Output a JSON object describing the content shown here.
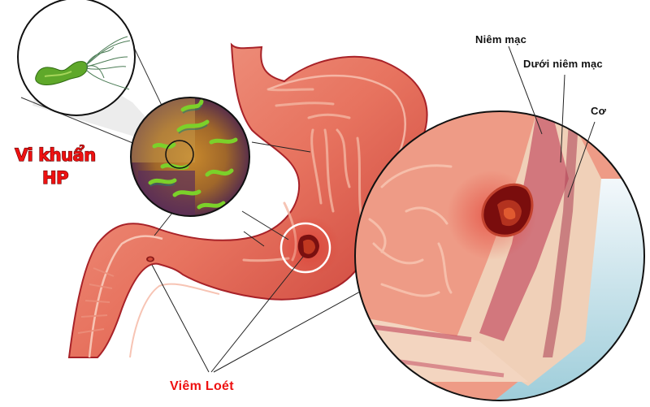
{
  "diagram": {
    "subject": "Stomach ulcer caused by H. pylori",
    "labels": {
      "bacteria": "Vi khuẩn HP",
      "bacteria_line1": "Vi khuẩn",
      "bacteria_line2": "HP",
      "ulcer": "Viêm Loét",
      "mucosa": "Niêm mạc",
      "submucosa": "Dưới niêm mạc",
      "muscle": "Cơ"
    },
    "insets": [
      {
        "name": "bacterium-closeup",
        "depicts": "single H. pylori bacterium with flagella"
      },
      {
        "name": "bacteria-colony-closeup",
        "depicts": "H. pylori colonies on stomach lining"
      },
      {
        "name": "ulcer-cross-section",
        "depicts": "ulcer cross-section through stomach wall layers"
      }
    ],
    "colors": {
      "label_red": "#ee1111",
      "label_dark": "#111111",
      "stomach": "#e8796b",
      "stomach_dark": "#b8282c",
      "bacteria_green": "#5fa82a",
      "background": "#ffffff"
    }
  }
}
